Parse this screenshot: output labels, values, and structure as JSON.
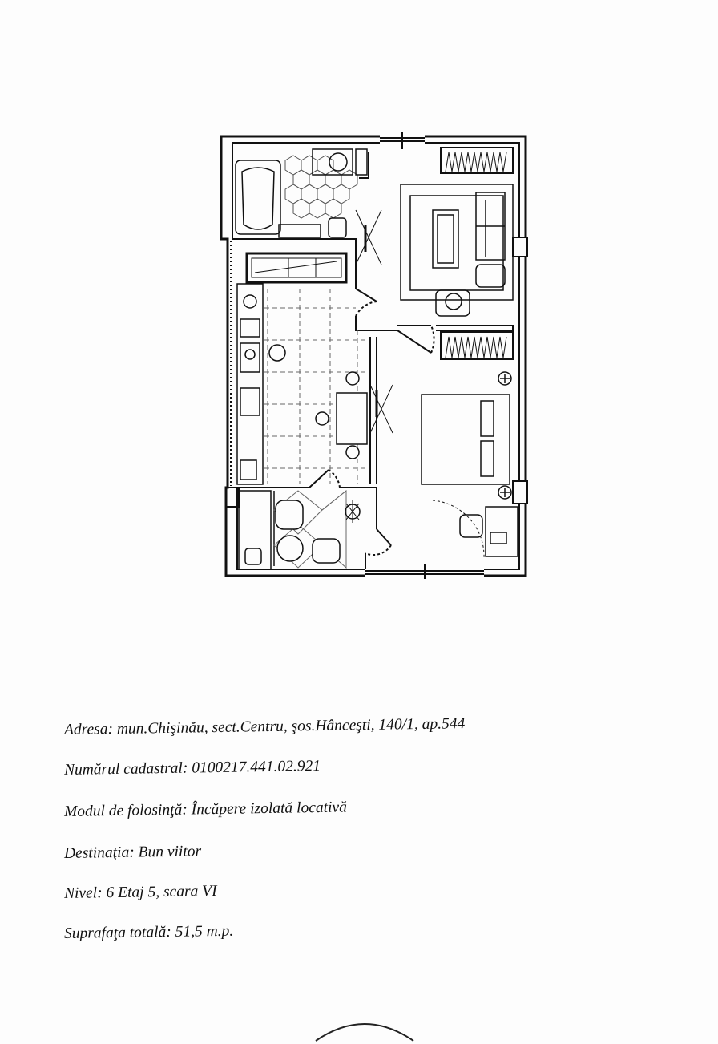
{
  "info": {
    "address": "Adresa: mun.Chişinău, sect.Centru, şos.Hânceşti, 140/1, ap.544",
    "cadastral": "Numărul cadastral: 0100217.441.02.921",
    "usage": "Modul de folosinţă: Încăpere izolată locativă",
    "destination": "Destinaţia: Bun viitor",
    "level": "Nivel: 6 Etaj 5, scara VI",
    "area": "Suprafaţa totală: 51,5 m.p."
  }
}
